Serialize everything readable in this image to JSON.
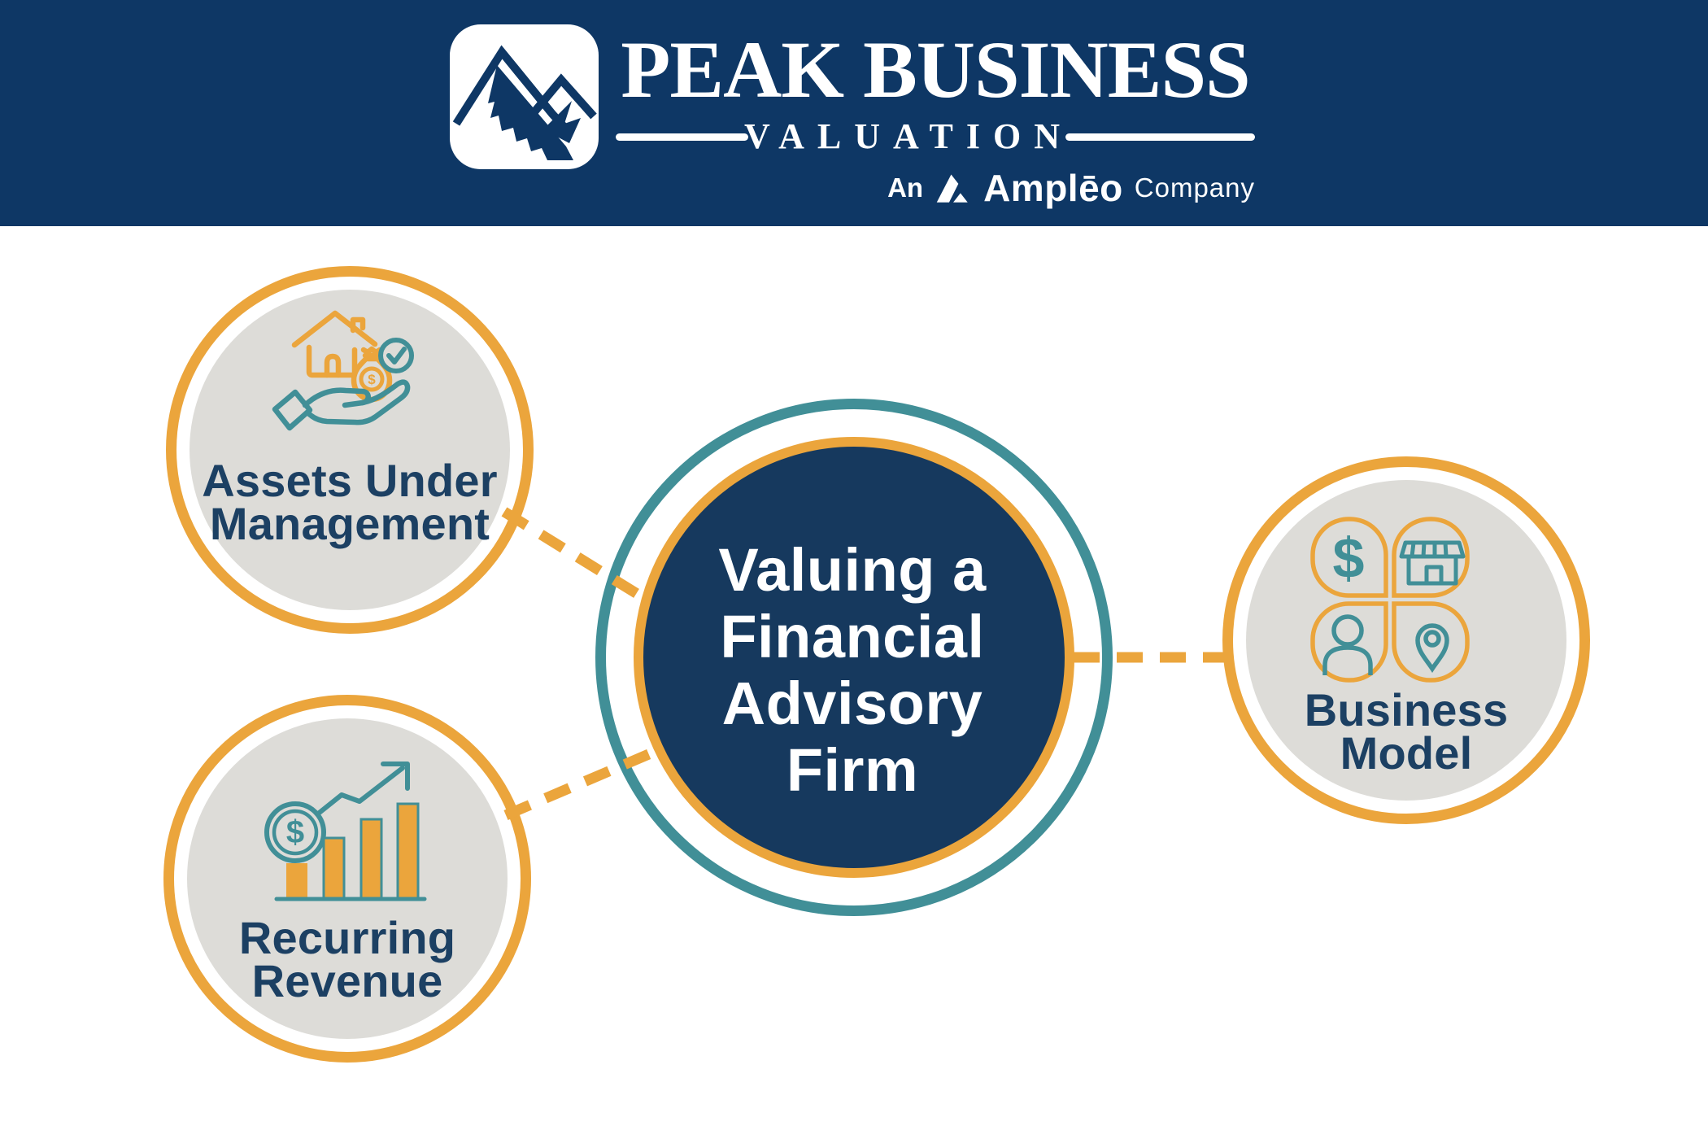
{
  "header": {
    "brand_title": "PEAK BUSINESS",
    "brand_subtitle": "VALUATION",
    "tagline_prefix": "An",
    "tagline_brand": "Amplēo",
    "tagline_suffix": "Company",
    "logo_icon": "mountain-logo-icon",
    "tagline_icon": "ampleo-glyph-icon"
  },
  "diagram": {
    "center": {
      "line1": "Valuing a",
      "line2": "Financial",
      "line3": "Advisory",
      "line4": "Firm"
    },
    "satellites": [
      {
        "id": "assets-under-management",
        "line1": "Assets Under",
        "line2": "Management",
        "icon": "house-on-hand-icon"
      },
      {
        "id": "recurring-revenue",
        "line1": "Recurring",
        "line2": "Revenue",
        "icon": "growth-chart-icon"
      },
      {
        "id": "business-model",
        "line1": "Business",
        "line2": "Model",
        "icon": "business-segments-icon"
      }
    ],
    "connector_style": "dashed"
  },
  "colors": {
    "header_navy": "#0e3765",
    "center_navy": "#16395e",
    "accent_orange": "#eba53c",
    "accent_teal": "#418f97",
    "circle_gray": "#dddcd8",
    "label_navy": "#1c4063",
    "background": "#ffffff"
  }
}
